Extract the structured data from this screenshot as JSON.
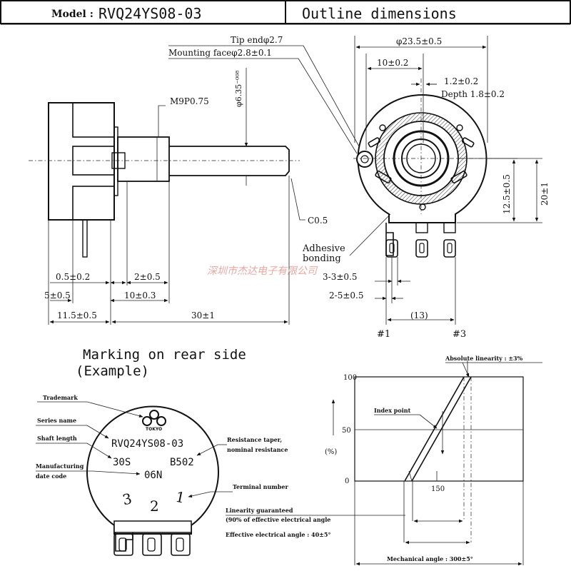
{
  "header": {
    "model_label": "Model :",
    "model_value": "RVQ24YS08-03",
    "section_title": "Outline dimensions"
  },
  "side_view": {
    "tip_end": "Tip endφ2.7",
    "mounting_face": "Mounting faceφ2.8±0.1",
    "thread": "M9P0.75",
    "shaft_dia": "φ6.35⁻⁰⁰⁸",
    "chamfer": "C0.5",
    "dim_a": "0.5±0.2",
    "dim_b": "2±0.5",
    "dim_c": "5±0.5",
    "dim_d": "10±0.3",
    "dim_e": "11.5±0.5",
    "dim_f": "30±1"
  },
  "front_view": {
    "dia": "φ23.5±0.5",
    "d10": "10±0.2",
    "d12": "1.2±0.2",
    "depth": "Depth 1.8±0.2",
    "d125": "12.5±0.5",
    "d20": "20±1",
    "adhesive_1": "Adhesive",
    "adhesive_2": "bonding",
    "d33": "3-3±0.5",
    "d25": "2-5±0.5",
    "d13": "(13)",
    "t1": "#1",
    "t3": "#3"
  },
  "watermark": "深圳市杰达电子有限公司",
  "marking": {
    "title_1": "Marking on rear side",
    "title_2": "(Example)",
    "trademark": "Trademark",
    "series_name": "Series name",
    "shaft_length": "Shaft length",
    "manufacturing_1": "Manufacturing",
    "manufacturing_2": "date code",
    "resistance_1": "Resistance taper,",
    "resistance_2": "nominal resistance",
    "terminal_number": "Terminal number",
    "series_value": "RVQ24YS08-03",
    "shaft_value": "30S",
    "resistance_value": "B502",
    "date_value": "06N",
    "n3": "3",
    "n2": "2",
    "n1": "1",
    "logo_text": "TOKYO"
  },
  "chart_data": {
    "type": "line",
    "title": "",
    "ylabel": "(%)",
    "xlabel": "",
    "y_ticks": [
      "100",
      "50",
      "0"
    ],
    "x_ticks": [
      "150"
    ],
    "ylim": [
      0,
      100
    ],
    "annotations": {
      "absolute_linearity": "Absolute linearity : ±3%",
      "index_point": "Index point",
      "linearity_1": "Linearity guaranteed",
      "linearity_2": "(90% of effective electrical angle",
      "effective_angle": "Effective electrical angle : 40±5°",
      "mechanical_angle": "Mechanical angle : 300±5°"
    }
  }
}
